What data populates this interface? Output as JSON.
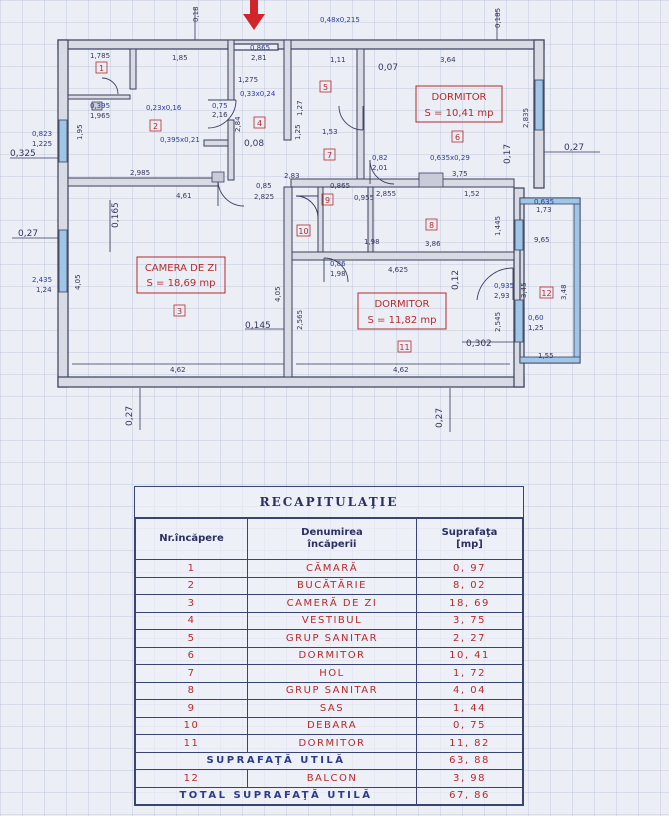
{
  "plan": {
    "room_labels": {
      "living_title": "CAMERA DE ZI",
      "living_area": "S = 18,69 mp",
      "bed1_title": "DORMITOR",
      "bed1_area": "S = 10,41 mp",
      "bed2_title": "DORMITOR",
      "bed2_area": "S = 11,82 mp"
    },
    "room_numbers": [
      "1",
      "2",
      "3",
      "4",
      "5",
      "6",
      "7",
      "8",
      "9",
      "10",
      "11",
      "12"
    ],
    "dimensions": {
      "d0_18": "0,18",
      "d0_865": "0,865",
      "d2_81": "2,81",
      "d0_185": "0,185",
      "d1_85": "1,85",
      "d3_64": "3,64",
      "d0_07": "0,07",
      "d1_11": "1,11",
      "d1_275": "1,275",
      "d0_325": "0,325",
      "d0_08": "0,08",
      "d0_27a": "0,27",
      "d0_27b": "0,27",
      "d0_27c": "0,27",
      "d0_27d": "0,27",
      "d4_61": "4,61",
      "d2_985": "2,985",
      "d4_05a": "4,05",
      "d4_05b": "4,05",
      "d0_145": "0,145",
      "d4_62a": "4,62",
      "d4_62b": "4,62",
      "d2_565": "2,565",
      "d0_165": "0,165",
      "d4_625": "4,625",
      "d3_86": "3,86",
      "d1_52": "1,52",
      "d3_75": "3,75",
      "d0_12": "0,12",
      "d0_302": "0,302",
      "d3_48": "3,48",
      "d1_55": "1,55",
      "d2_835": "2,835",
      "d1_73": "1,73",
      "d2_83": "2,83",
      "d0_85": "0,85",
      "d2_825": "2,825",
      "d1_53": "1,53",
      "d1_25a": "1,25",
      "d0_17": "0,17",
      "d2_435": "2,435",
      "d1_24": "1,24",
      "d0_823": "0,823",
      "d1_225": "1,225",
      "d1_445": "1,445",
      "d1_27": "1,27",
      "d2_84": "2,84",
      "d0_75": "0,75",
      "d2_16": "2,16",
      "d1_95": "1,95",
      "d1_785": "1,785",
      "d0_395a": "0,395",
      "d1_965": "1,965",
      "d0_23x0_16": "0,23x0,16",
      "d0_33x0_24": "0,33x0,24",
      "d0_395x0_21": "0,395x0,21",
      "d0_48x0_215": "0,48x0,215",
      "d0_635x0_29": "0,635x0,29",
      "d2_855": "2,855",
      "d0_955": "0,955",
      "d0_865b": "0,865",
      "d0_86": "0,86",
      "d1_98a": "1,98",
      "d1_98b": "1,98",
      "d0_635": "0,635",
      "d9_65": "9,65",
      "d0_935": "0,935",
      "d2_93": "2,93",
      "d0_60": "0,60",
      "d1_25b": "1,25",
      "d3_45": "3,45",
      "d2_545": "2,545",
      "d0_82": "0,82",
      "d2_01": "2,01"
    }
  },
  "recap": {
    "title": "RECAPITULAŢIE",
    "headers": {
      "nr": "Nr.încăpere",
      "name_line1": "Denumirea",
      "name_line2": "încăperii",
      "area_line1": "Suprafaţa",
      "area_line2": "[mp]"
    },
    "rows": [
      {
        "nr": "1",
        "name": "CĂMARĂ",
        "area": "0, 97"
      },
      {
        "nr": "2",
        "name": "BUCĂTĂRIE",
        "area": "8, 02"
      },
      {
        "nr": "3",
        "name": "CAMERĂ DE ZI",
        "area": "18, 69"
      },
      {
        "nr": "4",
        "name": "VESTIBUL",
        "area": "3, 75"
      },
      {
        "nr": "5",
        "name": "GRUP SANITAR",
        "area": "2, 27"
      },
      {
        "nr": "6",
        "name": "DORMITOR",
        "area": "10, 41"
      },
      {
        "nr": "7",
        "name": "HOL",
        "area": "1, 72"
      },
      {
        "nr": "8",
        "name": "GRUP SANITAR",
        "area": "4, 04"
      },
      {
        "nr": "9",
        "name": "SAS",
        "area": "1, 44"
      },
      {
        "nr": "10",
        "name": "DEBARA",
        "area": "0, 75"
      },
      {
        "nr": "11",
        "name": "DORMITOR",
        "area": "11, 82"
      }
    ],
    "subtotal": {
      "label": "SUPRAFAŢĂ UTILĂ",
      "area": "63, 88"
    },
    "balcony": {
      "nr": "12",
      "name": "BALCON",
      "area": "3, 98"
    },
    "grand_total": {
      "label": "TOTAL SUPRAFAŢĂ UTILĂ",
      "area": "67, 86"
    }
  },
  "colors": {
    "wall": "#3a3f5c",
    "ink": "#2b2f48",
    "red": "#b52a2a",
    "blue": "#2f3a9a",
    "window": "#9fc6e6"
  }
}
